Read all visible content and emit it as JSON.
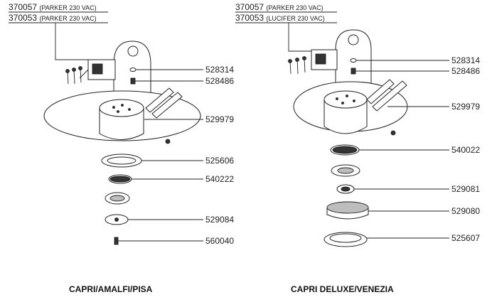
{
  "left": {
    "header_lines": [
      {
        "code": "370057",
        "note": "(PARKER 230 VAC)"
      },
      {
        "code": "370053",
        "note": "(PARKER 230 VAC)"
      }
    ],
    "parts": [
      "528314",
      "528486",
      "529979",
      "525606",
      "540222",
      "529084",
      "560040"
    ],
    "caption": "CAPRI/AMALFI/PISA"
  },
  "right": {
    "header_lines": [
      {
        "code": "370057",
        "note": "(PARKER 230 VAC)"
      },
      {
        "code": "370053",
        "note": "(LUCIFER 230 VAC)"
      }
    ],
    "parts": [
      "528314",
      "528486",
      "529979",
      "540022",
      "529081",
      "529080",
      "525607"
    ],
    "caption": "CAPRI DELUXE/VENEZIA"
  }
}
